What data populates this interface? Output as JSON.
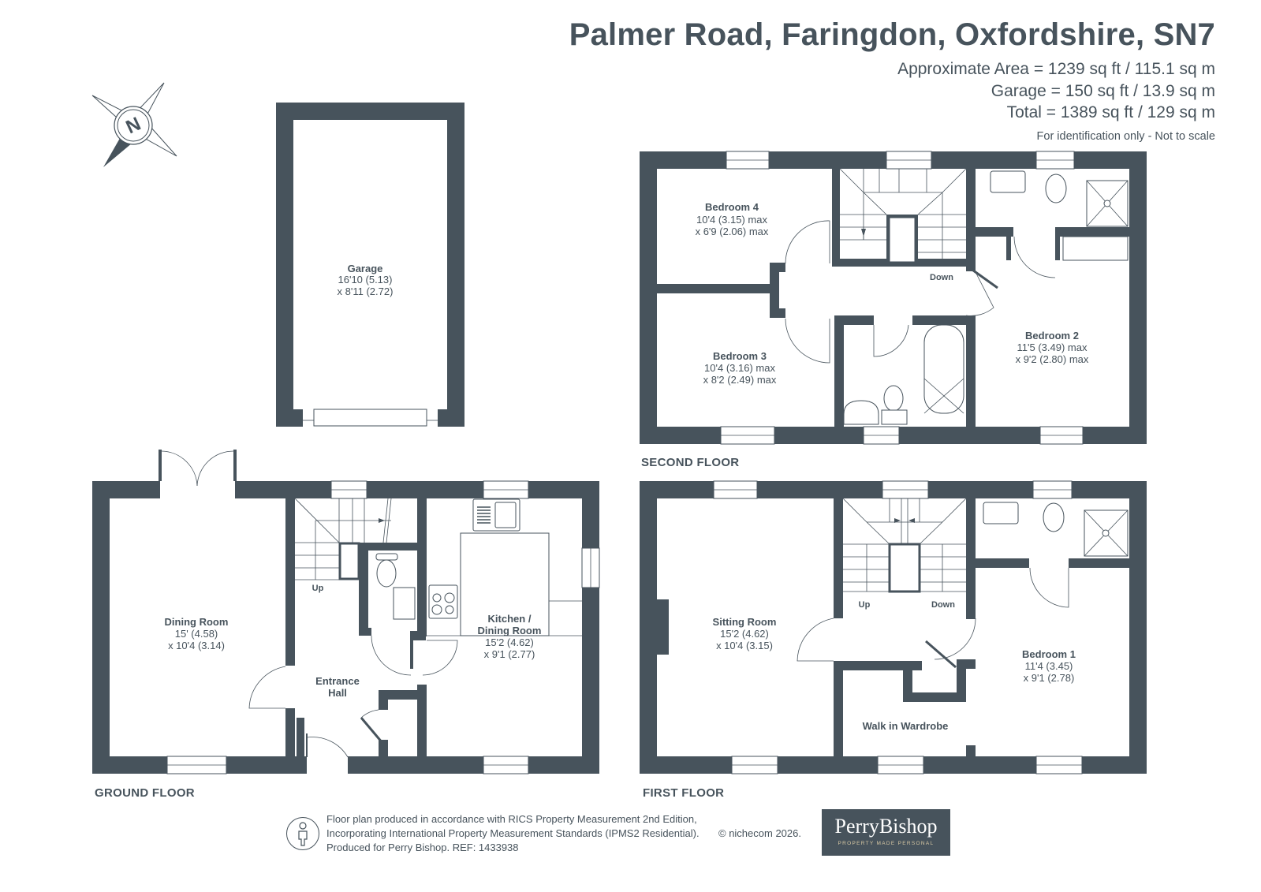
{
  "header": {
    "title": "Palmer Road, Faringdon, Oxfordshire, SN7",
    "approx_area": "Approximate Area = 1239 sq ft / 115.1 sq m",
    "garage_area": "Garage = 150 sq ft / 13.9 sq m",
    "total_area": "Total = 1389 sq ft / 129 sq m",
    "disclaimer": "For identification only - Not to scale"
  },
  "compass": {
    "label": "N",
    "icon": "compass-north-icon"
  },
  "floors": {
    "ground": {
      "label": "GROUND FLOOR"
    },
    "first": {
      "label": "FIRST FLOOR"
    },
    "second": {
      "label": "SECOND FLOOR"
    }
  },
  "rooms": {
    "garage": {
      "name": "Garage",
      "dim1": "16'10 (5.13)",
      "dim2": "x 8'11 (2.72)"
    },
    "bedroom4": {
      "name": "Bedroom 4",
      "dim1": "10'4 (3.15) max",
      "dim2": "x 6'9 (2.06) max"
    },
    "bedroom3": {
      "name": "Bedroom 3",
      "dim1": "10'4 (3.16) max",
      "dim2": "x 8'2 (2.49) max"
    },
    "bedroom2": {
      "name": "Bedroom 2",
      "dim1": "11'5 (3.49) max",
      "dim2": "x 9'2 (2.80) max"
    },
    "dining": {
      "name": "Dining Room",
      "dim1": "15' (4.58)",
      "dim2": "x 10'4 (3.14)"
    },
    "kitchen": {
      "name1": "Kitchen /",
      "name2": "Dining Room",
      "dim1": "15'2 (4.62)",
      "dim2": "x 9'1 (2.77)"
    },
    "hall": {
      "name1": "Entrance",
      "name2": "Hall"
    },
    "sitting": {
      "name": "Sitting Room",
      "dim1": "15'2 (4.62)",
      "dim2": "x 10'4 (3.15)"
    },
    "bedroom1": {
      "name": "Bedroom 1",
      "dim1": "11'4 (3.45)",
      "dim2": "x 9'1 (2.78)"
    },
    "wardrobe": {
      "name": "Walk in Wardrobe"
    }
  },
  "stairs": {
    "ground_up": "Up",
    "first_up": "Up",
    "first_down": "Down",
    "second_down": "Down"
  },
  "footer": {
    "line1": "Floor plan produced in accordance with RICS Property Measurement 2nd Edition,",
    "line2": "Incorporating International Property Measurement Standards (IPMS2 Residential).",
    "line3": "Produced for Perry Bishop.   REF: 1433938",
    "copyright": "© nichecom 2026."
  },
  "logo": {
    "brand": "PerryBishop",
    "tagline": "PROPERTY MADE PERSONAL"
  },
  "colors": {
    "wall": "#47535c",
    "text": "#47535c",
    "logo_bg": "#47535c",
    "logo_tag": "#d8c9a4"
  }
}
